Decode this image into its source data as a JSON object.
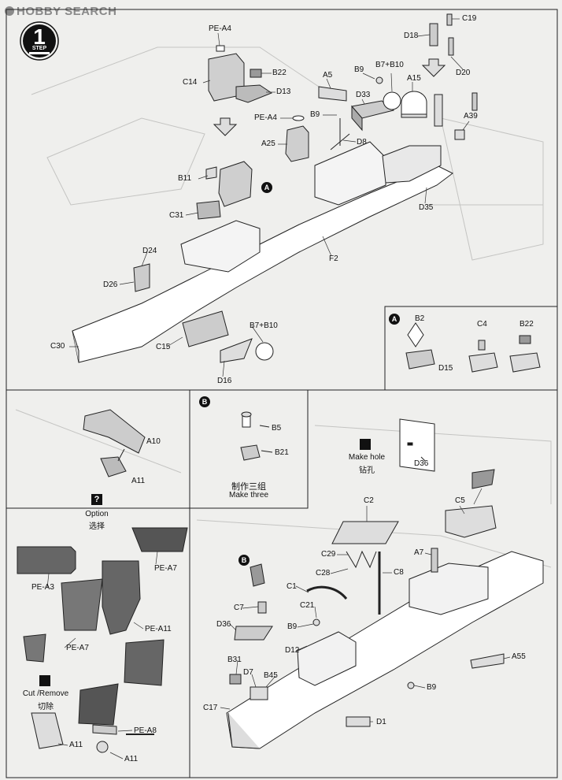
{
  "watermark": {
    "text": "HOBBY SEARCH"
  },
  "step": {
    "number": "1",
    "label": "STEP"
  },
  "parts": {
    "pe_a4_top": "PE-A4",
    "b22_top": "B22",
    "c14": "C14",
    "d13": "D13",
    "pe_a4_mid": "PE-A4",
    "a25": "A25",
    "a5": "A5",
    "b9_top": "B9",
    "b7b10_top": "B7+B10",
    "a15": "A15",
    "d33": "D33",
    "b9_mid": "B9",
    "d8": "D8",
    "d18": "D18",
    "c19": "C19",
    "d20": "D20",
    "a39": "A39",
    "b11": "B11",
    "c31": "C31",
    "d35": "D35",
    "f2": "F2",
    "d24": "D24",
    "d26": "D26",
    "c30": "C30",
    "c15": "C15",
    "b7b10_low": "B7+B10",
    "d16": "D16"
  },
  "sub_a": {
    "badge": "A",
    "b2": "B2",
    "c4": "C4",
    "b22": "B22",
    "d15": "D15"
  },
  "sub_a10": {
    "a10": "A10",
    "a11": "A11",
    "option": "Option",
    "option_zh": "选择"
  },
  "sub_b": {
    "badge": "B",
    "b5": "B5",
    "b21": "B21",
    "make_three_zh": "制作三组",
    "make_three": "Make three"
  },
  "drill": {
    "make_hole": "Make hole",
    "make_hole_zh": "钻孔",
    "d36": "D36"
  },
  "pe_panel": {
    "pe_a3": "PE-A3",
    "pe_a7_top": "PE-A7",
    "pe_a11": "PE-A11",
    "pe_a7_left": "PE-A7",
    "cut_remove": "Cut /Remove",
    "cut_remove_zh": "切除",
    "pe_a8": "PE-A8",
    "a11_left": "A11",
    "a11_bottom": "A11"
  },
  "lower": {
    "badge_b": "B",
    "c2": "C2",
    "c5": "C5",
    "c29": "C29",
    "c28": "C28",
    "c8": "C8",
    "a7": "A7",
    "c1": "C1",
    "c7": "C7",
    "c21": "C21",
    "d36": "D36",
    "b9_a": "B9",
    "d12": "D12",
    "b31": "B31",
    "d7": "D7",
    "b45": "B45",
    "b9_b": "B9",
    "c17": "C17",
    "a55": "A55",
    "d1": "D1"
  }
}
